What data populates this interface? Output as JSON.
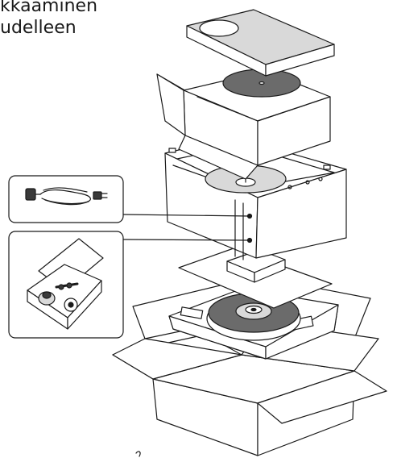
{
  "heading": {
    "line1": "kkaaminen",
    "line2": "udelleen"
  },
  "colors": {
    "outline": "#1a1a1a",
    "box_face": "#ffffff",
    "platter_gray": "#6b6b6b",
    "lid_gray": "#d9d9d9",
    "dark_part": "#3a3a3a"
  },
  "callouts": [
    {
      "name": "power-cord-callout",
      "icon": "power-cord-icon"
    },
    {
      "name": "accessory-box-callout",
      "icon": "accessory-box-icon"
    }
  ]
}
